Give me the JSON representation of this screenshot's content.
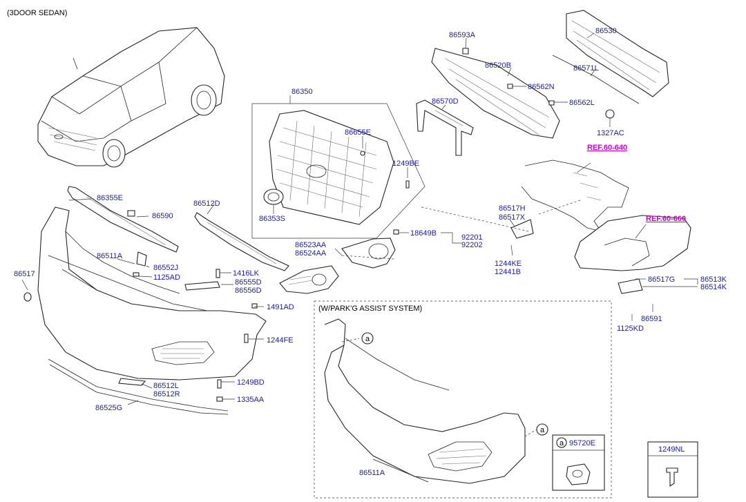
{
  "header": {
    "title": "(3DOOR SEDAN)"
  },
  "inset": {
    "title": "(W/PARK'G ASSIST SYSTEM)",
    "part": "86511A",
    "callout": "a",
    "legend_part": "95720E"
  },
  "small_box": {
    "part": "1249NL"
  },
  "refs": {
    "ref1": "REF.60-640",
    "ref2": "REF.60-660"
  },
  "callouts": {
    "a1": "a",
    "a2": "a",
    "a3": "a"
  },
  "parts": {
    "p86593A": "86593A",
    "p86530": "86530",
    "p86520B": "86520B",
    "p86571L": "86571L",
    "p86562N": "86562N",
    "p86562L": "86562L",
    "p86350": "86350",
    "p86570D": "86570D",
    "p1327AC": "1327AC",
    "p86655E": "86655E",
    "p1249BE": "1249BE",
    "p86355E": "86355E",
    "p86512D": "86512D",
    "p86590": "86590",
    "p86353S": "86353S",
    "p86517H": "86517H",
    "p86517X": "86517X",
    "p18649B": "18649B",
    "p92201": "92201",
    "p92202": "92202",
    "p86523AA": "86523AA",
    "p86524AA": "86524AA",
    "p86511A": "86511A",
    "p86552J": "86552J",
    "p1125AD": "1125AD",
    "p86517": "86517",
    "p1416LK": "1416LK",
    "p86555D": "86555D",
    "p86556D": "86556D",
    "p1244KE": "1244KE",
    "p12441B": "12441B",
    "p86517G": "86517G",
    "p86513K": "86513K",
    "p86514K": "86514K",
    "p1491AD": "1491AD",
    "p86591": "86591",
    "p1125KD": "1125KD",
    "p1244FE": "1244FE",
    "p1249BD": "1249BD",
    "p86512L": "86512L",
    "p86512R": "86512R",
    "p1335AA": "1335AA",
    "p86525G": "86525G"
  }
}
